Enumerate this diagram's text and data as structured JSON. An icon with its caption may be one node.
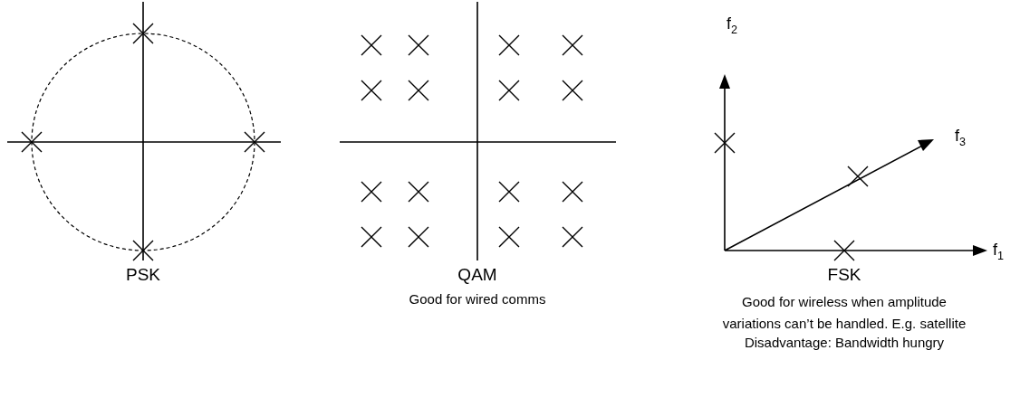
{
  "diagram": {
    "labels": [
      "f$_{2}$",
      "f$_{3}$",
      "f$_{1}$",
      "PSK",
      "QAM",
      "FSK",
      "Good for wired comms",
      "Good for wireless when amplitude variations can’t be handled. E.g. satellite",
      "Disadvantage: Bandwidth hungry"
    ]
  }
}
